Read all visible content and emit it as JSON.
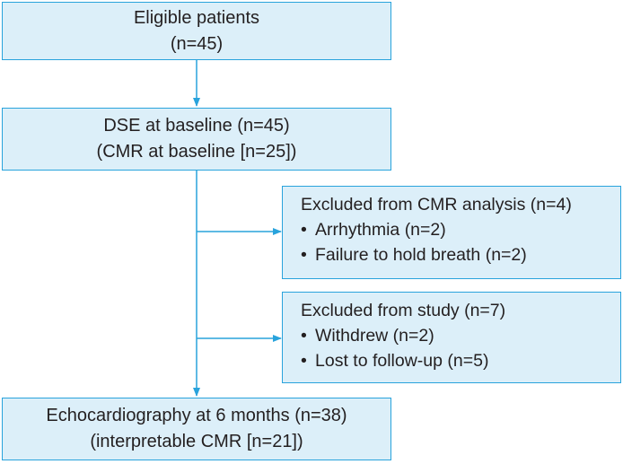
{
  "boxes": {
    "eligible": {
      "line1": "Eligible patients",
      "line2": "(n=45)"
    },
    "baseline": {
      "line1": "DSE at baseline (n=45)",
      "line2": "(CMR at baseline [n=25])"
    },
    "excluded_cmr": {
      "title": "Excluded from CMR analysis (n=4)",
      "items": [
        "Arrhythmia (n=2)",
        "Failure to hold breath (n=2)"
      ]
    },
    "excluded_study": {
      "title": "Excluded from study (n=7)",
      "items": [
        "Withdrew (n=2)",
        "Lost to follow-up (n=5)"
      ]
    },
    "followup": {
      "line1": "Echocardiography at 6 months (n=38)",
      "line2": "(interpretable CMR [n=21])"
    }
  },
  "bullet_symbol": "•",
  "colors": {
    "box_fill": "#dceff9",
    "box_border": "#29a3dc",
    "arrow": "#29a3dc"
  }
}
